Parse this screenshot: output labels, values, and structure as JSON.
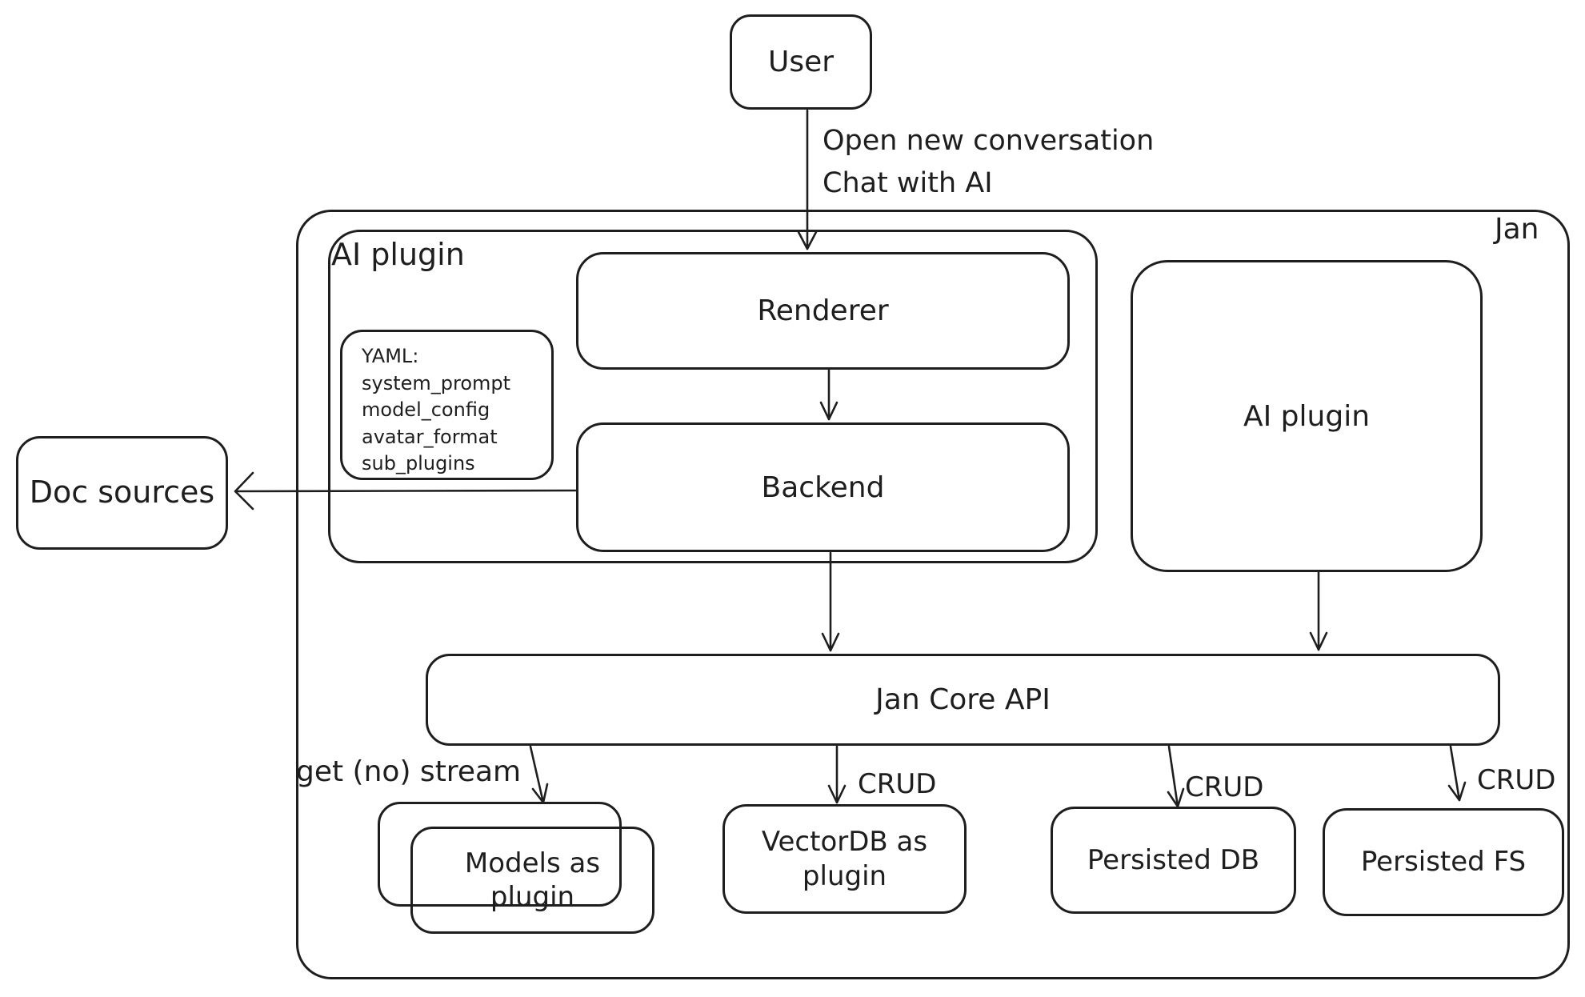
{
  "diagram": {
    "colors": {
      "stroke": "#1e1e1e",
      "background": "#ffffff"
    },
    "user": {
      "label": "User"
    },
    "user_edge": {
      "lines": [
        "Open new conversation",
        "Chat with AI"
      ]
    },
    "jan": {
      "label": "Jan"
    },
    "ai_plugin_container": {
      "label": "AI plugin"
    },
    "yaml_note": {
      "lines": [
        "YAML:",
        "system_prompt",
        "model_config",
        "avatar_format",
        "sub_plugins"
      ]
    },
    "renderer": {
      "label": "Renderer"
    },
    "backend": {
      "label": "Backend"
    },
    "doc_sources": {
      "label": "Doc sources"
    },
    "ai_plugin_box": {
      "label": "AI plugin"
    },
    "jan_core_api": {
      "label": "Jan Core API"
    },
    "models": {
      "label": "Models as plugin"
    },
    "vectordb": {
      "label": "VectorDB as plugin"
    },
    "persisted_db": {
      "label": "Persisted DB"
    },
    "persisted_fs": {
      "label": "Persisted FS"
    },
    "edge_models": {
      "label": "get (no) stream"
    },
    "edge_vectordb": {
      "label": "CRUD"
    },
    "edge_persisted_db": {
      "label": "CRUD"
    },
    "edge_persisted_fs": {
      "label": "CRUD"
    }
  }
}
